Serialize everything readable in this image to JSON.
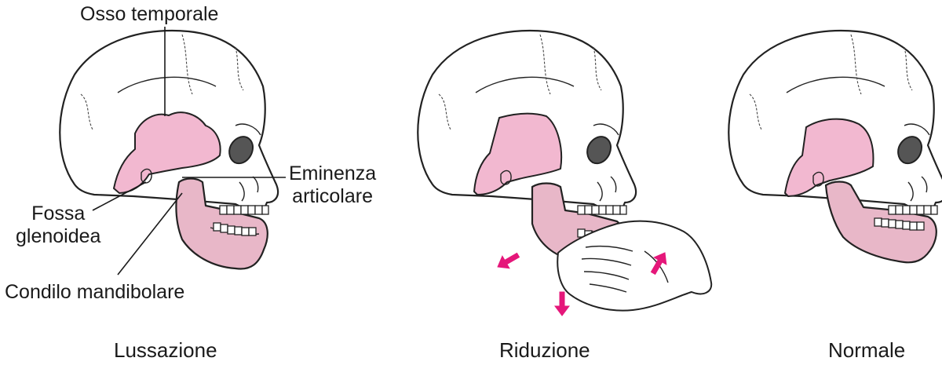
{
  "labels": {
    "temporal_bone": "Osso temporale",
    "articular_eminence": "Eminenza\narticolare",
    "glenoid_fossa": "Fossa\nglenoidea",
    "mandibular_condyle": "Condilo mandibolare"
  },
  "captions": {
    "dislocation": "Lussazione",
    "reduction": "Riduzione",
    "normal": "Normale"
  },
  "colors": {
    "temporal_region": "#f2b8d0",
    "mandible": "#e8b7c8",
    "arrows": "#e5177a",
    "line_art": "#222222"
  },
  "icons": [
    "skull-dislocated",
    "skull-reduction-with-hand",
    "skull-normal",
    "pink-arrow"
  ]
}
